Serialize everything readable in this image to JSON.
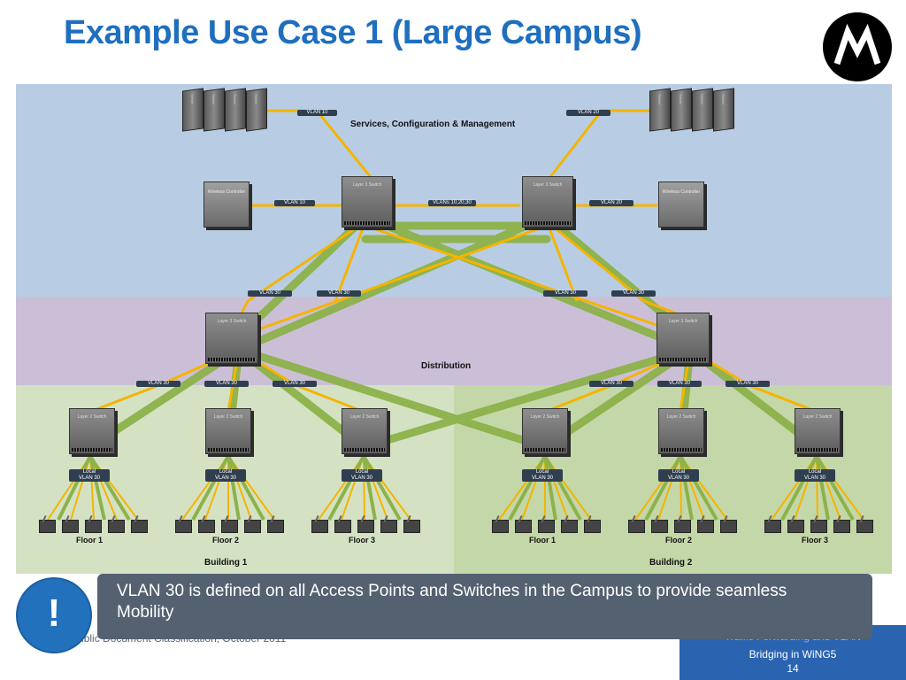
{
  "slide": {
    "title": "Example Use Case 1 (Large Campus)",
    "callout_mark": "!",
    "callout_text": "VLAN 30 is defined on all Access Points and Switches in the Campus to provide seamless Mobility",
    "footer_left": "Motorola Public Document Classification, October 2011",
    "footer_right_line1": "Traffic Forwarding and VLAN",
    "footer_right_line2": "Bridging in WiNG5",
    "page_number": "14"
  },
  "colors": {
    "title": "#1f6fbf",
    "core_band": "#b8cde3",
    "distribution_band": "#cbbfd8",
    "access_band_1": "#d4e2c3",
    "access_band_2": "#c4d7a8",
    "yellow_link": "#f5b400",
    "green_link": "#8db24a",
    "label_bg": "#2f3f50",
    "callout_bg": "#546170",
    "footer_box": "#2a64b0"
  },
  "sections": {
    "core": "Services, Configuration & Management",
    "distribution": "Distribution",
    "building1": "Building 1",
    "building2": "Building 2"
  },
  "devices": {
    "server": "Server",
    "wireless_controller": "Wireless Controller",
    "layer3_switch": "Layer 3 Switch",
    "layer2_switch": "Layer 2 Switch"
  },
  "vlan_labels": {
    "server_left": "VLAN 10",
    "server_right": "VLAN 20",
    "controller_left": "VLAN 10",
    "core_link": "VLANs 10,20,30",
    "controller_right": "VLAN 20",
    "vlan30": "VLAN 30",
    "local_line1": "Local",
    "local_line2": "VLAN 30"
  },
  "floors": [
    "Floor 1",
    "Floor 2",
    "Floor 3",
    "Floor 1",
    "Floor 2",
    "Floor 3"
  ],
  "icons": {
    "logo": "motorola-logo",
    "alert": "exclamation-icon",
    "access_point": "access-point-icon"
  }
}
